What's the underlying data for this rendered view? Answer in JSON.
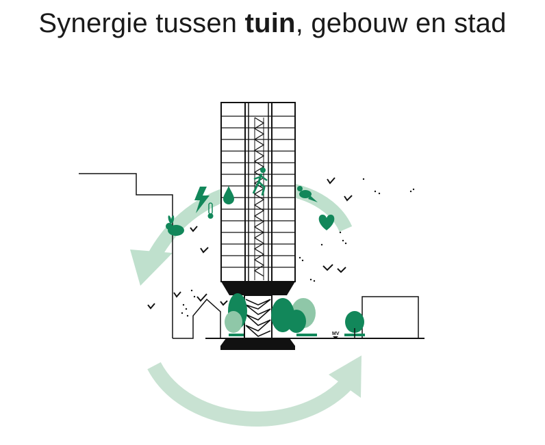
{
  "title": {
    "part1": "Synergie tussen ",
    "bold": "tuin",
    "part2": ", gebouw en stad"
  },
  "diagram": {
    "ground_label": "MV",
    "colors": {
      "green": "#12875a",
      "light_green": "#8fc7a8",
      "arrow": "#bfe0cd",
      "arrow_bottom": "#c8e2d2",
      "black": "#111111"
    },
    "icons": [
      "lightning-icon",
      "thermometer-icon",
      "water-drop-icon",
      "walking-person-icon",
      "bird-icon",
      "heart-icon",
      "rabbit-icon"
    ]
  }
}
